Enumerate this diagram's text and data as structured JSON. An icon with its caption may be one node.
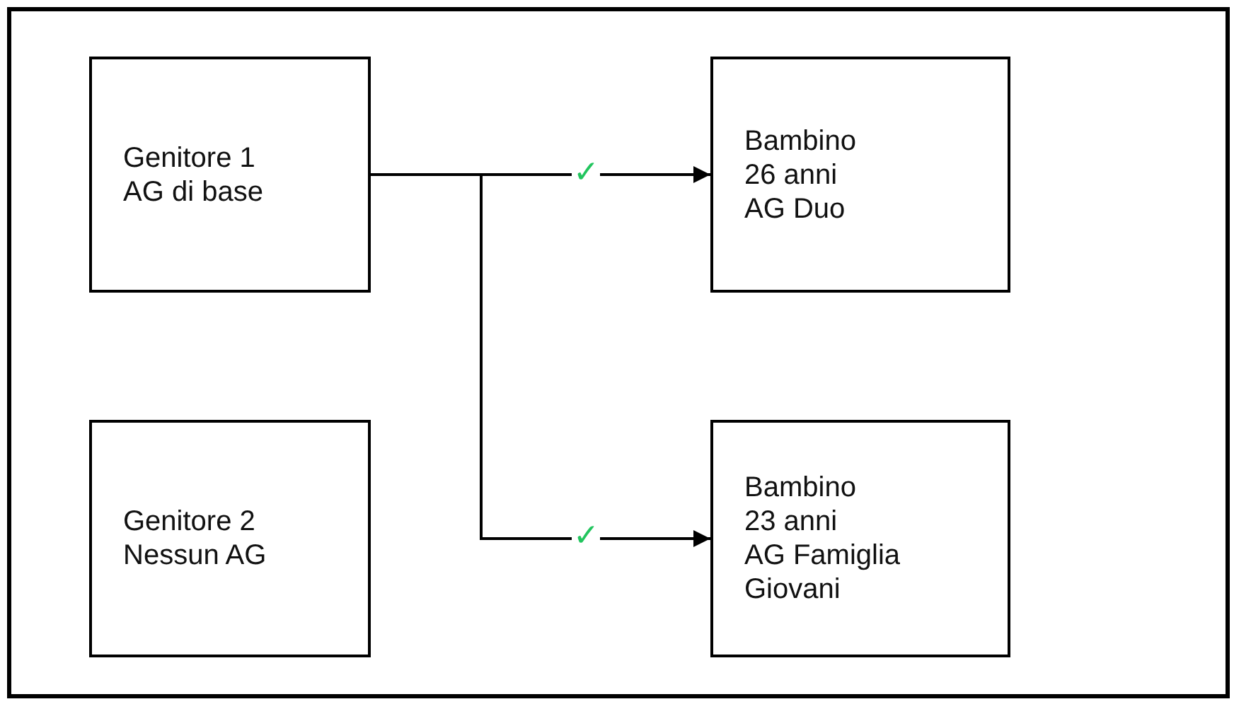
{
  "diagram": {
    "nodes": [
      {
        "text": [
          "Genitore 1",
          "AG di base"
        ]
      },
      {
        "text": [
          "Genitore 2",
          "Nessun AG"
        ]
      },
      {
        "text": [
          "Bambino",
          "26 anni",
          "AG Duo"
        ]
      },
      {
        "text": [
          "Bambino",
          "23 anni",
          "AG Famiglia Giovani"
        ]
      }
    ],
    "edges": [
      {
        "from": 0,
        "to": 2,
        "arrow": "to",
        "label": "✓"
      },
      {
        "from": 0,
        "to": 3,
        "arrow": "to",
        "label": "✓"
      }
    ]
  }
}
